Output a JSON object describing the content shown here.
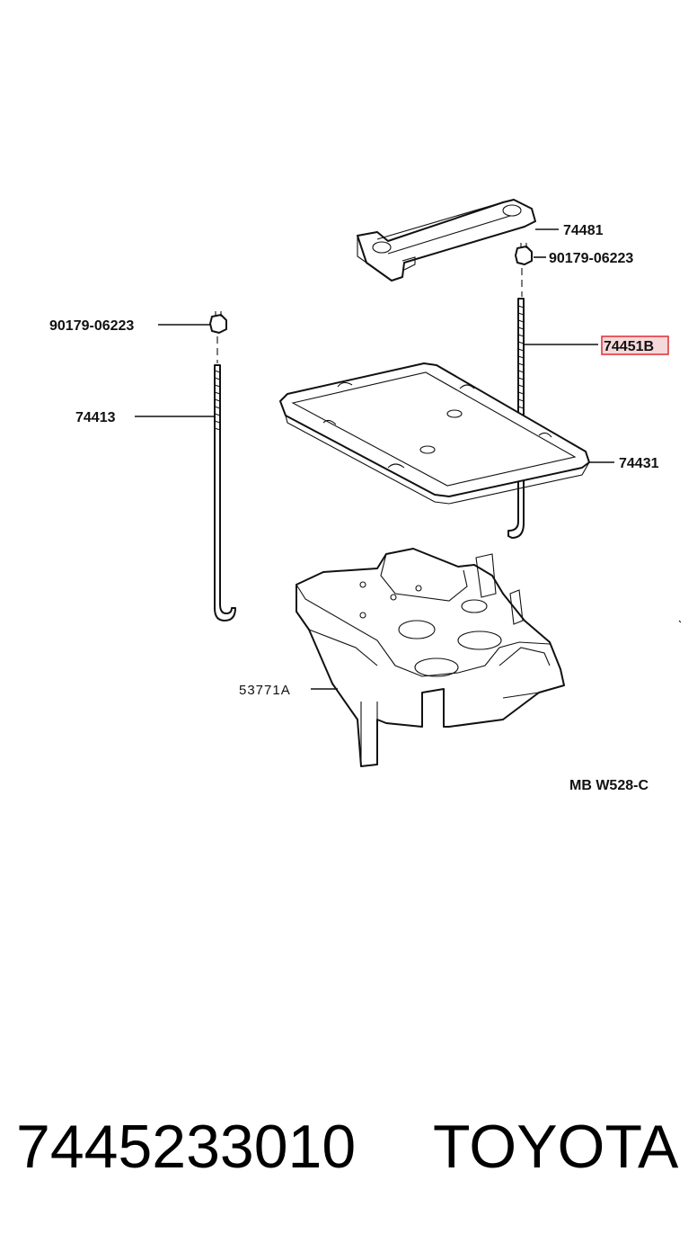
{
  "diagram": {
    "callouts": {
      "clamp": "74481",
      "nut_right": "90179-06223",
      "rod_highlighted": "74451B",
      "nut_left": "90179-06223",
      "rod_left": "74413",
      "tray": "74431",
      "carrier": "53771A"
    },
    "drawing_code": "MB W528-C",
    "highlight_color": "#e0393e"
  },
  "footer": {
    "part_number": "7445233010",
    "brand": "TOYOTA"
  }
}
